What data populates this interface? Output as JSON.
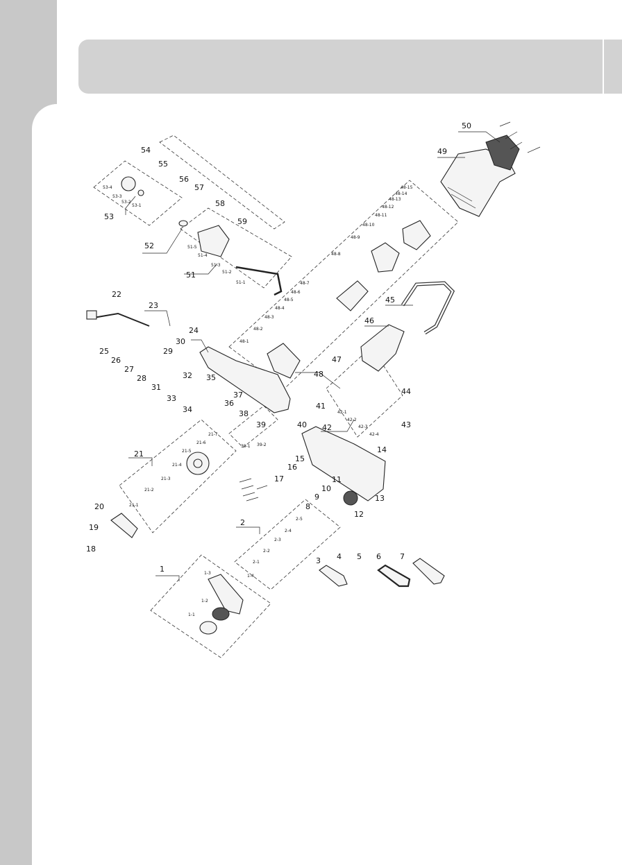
{
  "header": {
    "title": ""
  },
  "diagram": {
    "labels": [
      "1",
      "1-1",
      "1-2",
      "1-3",
      "1-4",
      "2",
      "2-1",
      "2-2",
      "2-3",
      "2-4",
      "2-5",
      "3",
      "4",
      "5",
      "6",
      "7",
      "8",
      "9",
      "10",
      "11",
      "12",
      "13",
      "14",
      "15",
      "16",
      "17",
      "18",
      "19",
      "20",
      "21",
      "21-1",
      "21-2",
      "21-3",
      "21-4",
      "21-5",
      "21-6",
      "21-7",
      "22",
      "23",
      "24",
      "25",
      "26",
      "27",
      "28",
      "29",
      "30",
      "31",
      "32",
      "33",
      "34",
      "35",
      "36",
      "37",
      "38",
      "39",
      "39-1",
      "39-2",
      "40",
      "41",
      "42",
      "42-1",
      "42-2",
      "42-3",
      "42-4",
      "43",
      "44",
      "45",
      "46",
      "47",
      "48",
      "48-1",
      "48-2",
      "48-3",
      "48-4",
      "48-5",
      "48-6",
      "48-7",
      "48-8",
      "48-9",
      "48-10",
      "48-11",
      "48-12",
      "48-13",
      "48-14",
      "48-15",
      "49",
      "50",
      "51",
      "51-1",
      "51-2",
      "51-3",
      "51-4",
      "51-5",
      "52",
      "53",
      "53-1",
      "53-2",
      "53-3",
      "53-4",
      "54",
      "55",
      "56",
      "57",
      "58",
      "59"
    ]
  }
}
